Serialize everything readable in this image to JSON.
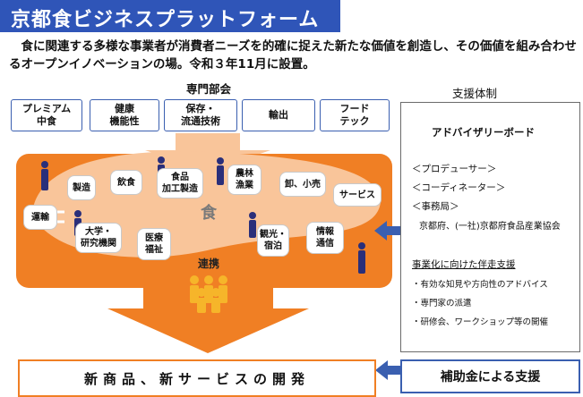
{
  "title": "京都食ビジネスプラットフォーム",
  "intro": "　食に関連する多様な事業者が消費者ニーズを的確に捉えた新たな価値を創造し、その価値を組み合わせるオープンイノベーションの場。令和３年11月に設置。",
  "committee": {
    "label": "専門部会",
    "items": [
      "プレミアム\n中食",
      "健康\n機能性",
      "保存・\n流通技術",
      "輸出",
      "フード\nテック"
    ]
  },
  "network": {
    "center": "食",
    "nodes": [
      "製造",
      "飲食",
      "食品\n加工製造",
      "農林\n漁業",
      "卸、小売",
      "サービス",
      "運輸",
      "大学・\n研究機関",
      "医療\n福祉",
      "観光・\n宿泊",
      "情報\n通信"
    ],
    "collab": "連携"
  },
  "support": {
    "label": "支援体制",
    "board": "アドバイザリーボード",
    "roles": [
      "＜プロデューサー＞",
      "＜コーディネーター＞",
      "＜事務局＞"
    ],
    "secretariat": "京都府、(一社)京都府食品産業協会",
    "accompany_title": "事業化に向けた伴走支援",
    "accompany_items": [
      "・有効な知見や方向性のアドバイス",
      "・専門家の派遣",
      "・研修会、ワークショップ等の開催"
    ]
  },
  "outcome": "新商品、新サービスの開発",
  "subsidy": "補助金による支援",
  "colors": {
    "title_bar": "#2f55b8",
    "orange": "#f07f24",
    "light_orange": "#f9c59a",
    "blue": "#3a5fb0",
    "navy": "#2a2f7a",
    "yellow": "#f6b52a"
  }
}
